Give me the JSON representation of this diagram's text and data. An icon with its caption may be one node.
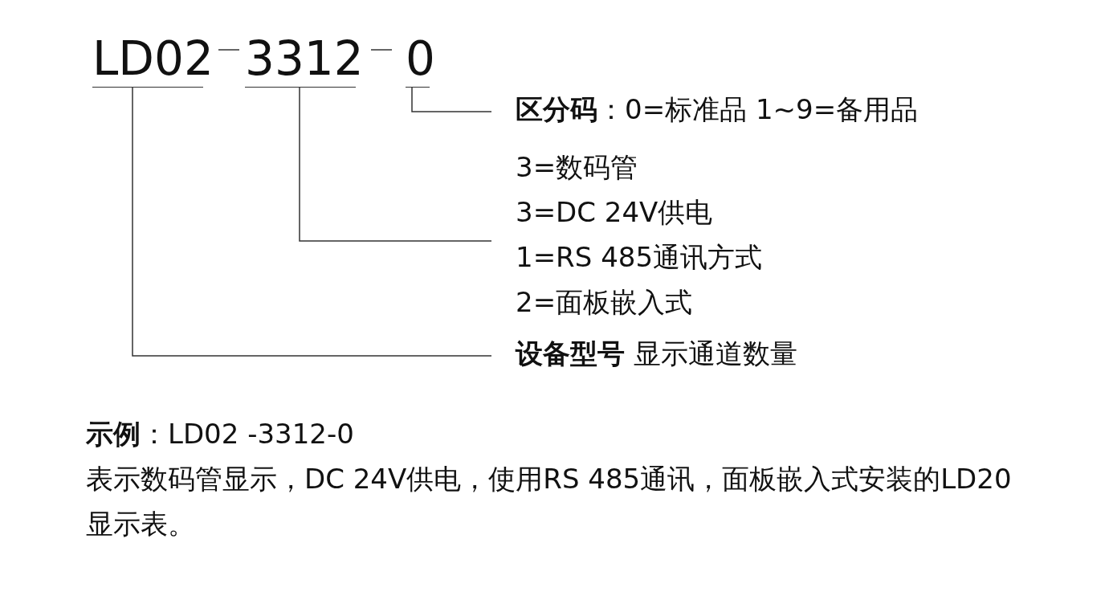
{
  "diagram": {
    "nodes": [
      {
        "text": [
          "LD02"
        ]
      },
      {
        "text": [
          "3312"
        ]
      },
      {
        "text": [
          "0"
        ]
      },
      {
        "text": [
          "**区分码**：0=标准品 1~9=备用品"
        ]
      },
      {
        "text": [
          "3=数码管",
          "3=DC 24V供电",
          "1=RS 485通讯方式",
          "2=面板嵌入式"
        ]
      },
      {
        "text": [
          "**设备型号** 显示通道数量"
        ]
      }
    ],
    "edges": [
      {
        "from": 2,
        "to": 3,
        "arrow": "none"
      },
      {
        "from": 1,
        "to": 4,
        "arrow": "none"
      },
      {
        "from": 0,
        "to": 5,
        "arrow": "none"
      }
    ],
    "labels": [
      "**示例**：LD02 -3312-0",
      "表示数码管显示，DC 24V供电，使用RS 485通讯，面板嵌入式安装的LD20显示表。"
    ]
  }
}
